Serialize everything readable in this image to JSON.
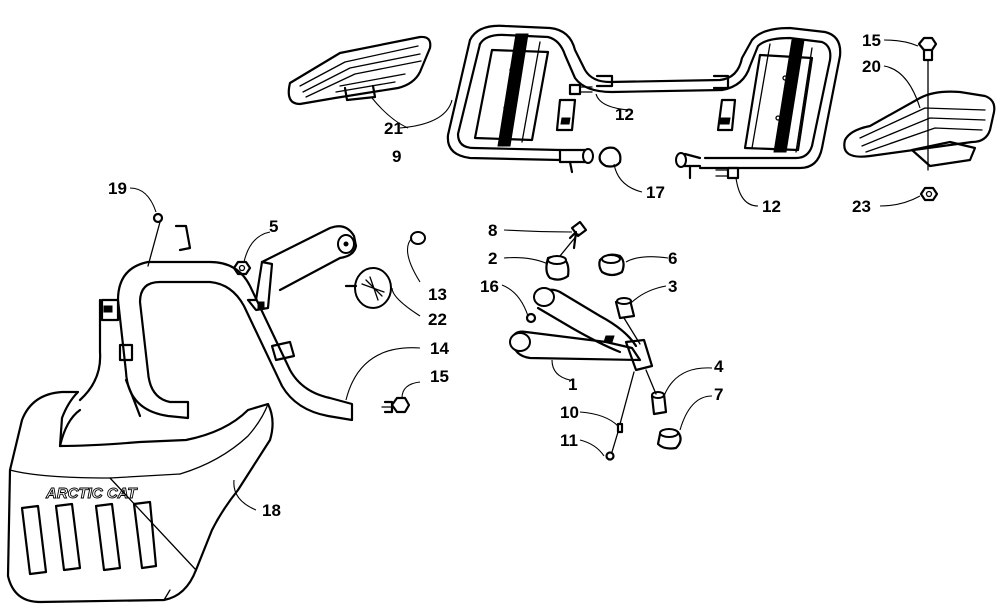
{
  "diagram": {
    "callouts": {
      "c1": "1",
      "c2": "2",
      "c3": "3",
      "c4": "4",
      "c5": "5",
      "c6": "6",
      "c7": "7",
      "c8": "8",
      "c9": "9",
      "c10": "10",
      "c11": "11",
      "c12a": "12",
      "c12b": "12",
      "c13": "13",
      "c14": "14",
      "c15a": "15",
      "c15b": "15",
      "c16": "16",
      "c17": "17",
      "c18": "18",
      "c19": "19",
      "c20": "20",
      "c21": "21",
      "c22": "22",
      "c23": "23"
    },
    "bumper_logo_text": "ARCTIC CAT"
  }
}
